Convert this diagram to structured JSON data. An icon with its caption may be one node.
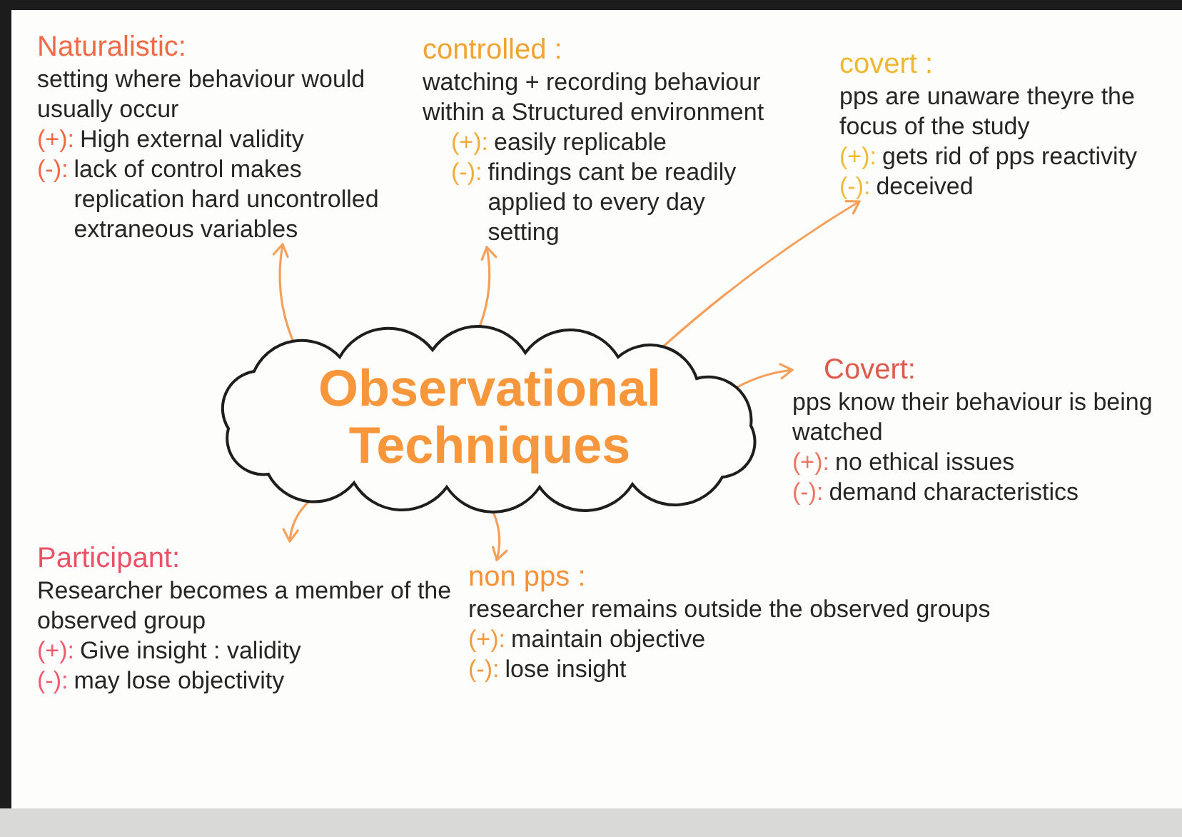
{
  "diagram": {
    "nodes": [
      {
        "text": [
          "Observational Techniques"
        ]
      },
      {
        "text": [
          "Naturalistic:",
          "setting where behaviour would usually occur",
          "(+):",
          "High external validity",
          "(-):",
          "lack of control makes replication hard uncontrolled extraneous variables"
        ]
      },
      {
        "text": [
          "controlled :",
          "watching + recording behaviour within a Structured environment",
          "(+):",
          "easily replicable",
          "(-):",
          "findings cant be readily applied to every day setting"
        ]
      },
      {
        "text": [
          "covert :",
          "pps are unaware theyre the focus of the study",
          "(+):",
          "gets rid of pps reactivity",
          "(-):",
          "deceived"
        ]
      },
      {
        "text": [
          "Covert:",
          "pps know their behaviour is being watched",
          "(+):",
          "no ethical issues",
          "(-):",
          "demand characteristics"
        ]
      },
      {
        "text": [
          "Participant:",
          "Researcher becomes a member of the observed group",
          "(+):",
          "Give insight : validity",
          "(-):",
          "may lose objectivity"
        ]
      },
      {
        "text": [
          "non pps :",
          "researcher remains outside the observed groups",
          "(+):",
          "maintain objective",
          "(-):",
          "lose insight"
        ]
      }
    ],
    "edges": [
      {
        "from": 0,
        "to": 1,
        "arrow": "to"
      },
      {
        "from": 0,
        "to": 2,
        "arrow": "to"
      },
      {
        "from": 0,
        "to": 3,
        "arrow": "to"
      },
      {
        "from": 0,
        "to": 4,
        "arrow": "to"
      },
      {
        "from": 0,
        "to": 5,
        "arrow": "to"
      },
      {
        "from": 0,
        "to": 6,
        "arrow": "to"
      }
    ]
  }
}
